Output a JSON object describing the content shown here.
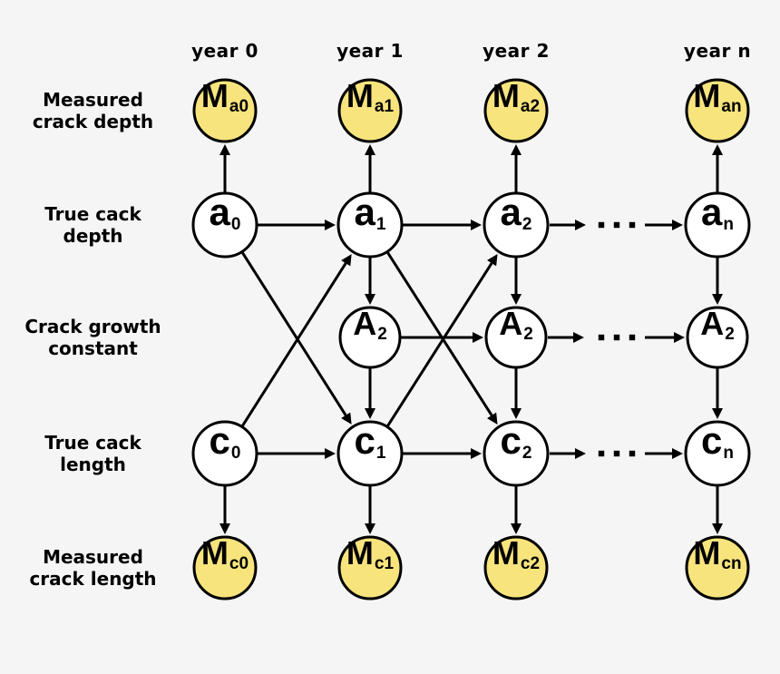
{
  "diagram": {
    "column_headers": [
      "year 0",
      "year 1",
      "year 2",
      "year n"
    ],
    "row_labels": [
      [
        "Measured",
        "crack depth"
      ],
      [
        "True cack",
        "depth"
      ],
      [
        "Crack growth",
        "constant"
      ],
      [
        "True cack",
        "length"
      ],
      [
        "Measured",
        "crack length"
      ]
    ],
    "nodes": [
      {
        "id": "Ma0",
        "main": "M",
        "sub": "a0",
        "col": 0,
        "row": 0,
        "kind": "measured"
      },
      {
        "id": "Ma1",
        "main": "M",
        "sub": "a1",
        "col": 1,
        "row": 0,
        "kind": "measured"
      },
      {
        "id": "Ma2",
        "main": "M",
        "sub": "a2",
        "col": 2,
        "row": 0,
        "kind": "measured"
      },
      {
        "id": "Man",
        "main": "M",
        "sub": "an",
        "col": 3,
        "row": 0,
        "kind": "measured"
      },
      {
        "id": "a0",
        "main": "a",
        "sub": "0",
        "col": 0,
        "row": 1,
        "kind": "latent"
      },
      {
        "id": "a1",
        "main": "a",
        "sub": "1",
        "col": 1,
        "row": 1,
        "kind": "latent"
      },
      {
        "id": "a2",
        "main": "a",
        "sub": "2",
        "col": 2,
        "row": 1,
        "kind": "latent"
      },
      {
        "id": "an",
        "main": "a",
        "sub": "n",
        "col": 3,
        "row": 1,
        "kind": "latent"
      },
      {
        "id": "A_1",
        "main": "A",
        "sub": "2",
        "col": 1,
        "row": 2,
        "kind": "latent"
      },
      {
        "id": "A_2",
        "main": "A",
        "sub": "2",
        "col": 2,
        "row": 2,
        "kind": "latent"
      },
      {
        "id": "A_n",
        "main": "A",
        "sub": "2",
        "col": 3,
        "row": 2,
        "kind": "latent"
      },
      {
        "id": "c0",
        "main": "c",
        "sub": "0",
        "col": 0,
        "row": 3,
        "kind": "latent"
      },
      {
        "id": "c1",
        "main": "c",
        "sub": "1",
        "col": 1,
        "row": 3,
        "kind": "latent"
      },
      {
        "id": "c2",
        "main": "c",
        "sub": "2",
        "col": 2,
        "row": 3,
        "kind": "latent"
      },
      {
        "id": "cn",
        "main": "c",
        "sub": "n",
        "col": 3,
        "row": 3,
        "kind": "latent"
      },
      {
        "id": "Mc0",
        "main": "M",
        "sub": "c0",
        "col": 0,
        "row": 4,
        "kind": "measured"
      },
      {
        "id": "Mc1",
        "main": "M",
        "sub": "c1",
        "col": 1,
        "row": 4,
        "kind": "measured"
      },
      {
        "id": "Mc2",
        "main": "M",
        "sub": "c2",
        "col": 2,
        "row": 4,
        "kind": "measured"
      },
      {
        "id": "Mcn",
        "main": "M",
        "sub": "cn",
        "col": 3,
        "row": 4,
        "kind": "measured"
      }
    ],
    "edges": [
      {
        "from": "a0",
        "to": "Ma0"
      },
      {
        "from": "a1",
        "to": "Ma1"
      },
      {
        "from": "a2",
        "to": "Ma2"
      },
      {
        "from": "an",
        "to": "Man"
      },
      {
        "from": "a0",
        "to": "a1"
      },
      {
        "from": "a1",
        "to": "a2"
      },
      {
        "from": "a2",
        "to": "an",
        "style": "dots"
      },
      {
        "from": "a1",
        "to": "A_1"
      },
      {
        "from": "a2",
        "to": "A_2"
      },
      {
        "from": "an",
        "to": "A_n"
      },
      {
        "from": "A_1",
        "to": "A_2"
      },
      {
        "from": "A_2",
        "to": "A_n",
        "style": "dots"
      },
      {
        "from": "A_1",
        "to": "c1"
      },
      {
        "from": "A_2",
        "to": "c2"
      },
      {
        "from": "A_n",
        "to": "cn"
      },
      {
        "from": "c0",
        "to": "c1"
      },
      {
        "from": "c1",
        "to": "c2"
      },
      {
        "from": "c2",
        "to": "cn",
        "style": "dots"
      },
      {
        "from": "c0",
        "to": "Mc0"
      },
      {
        "from": "c1",
        "to": "Mc1"
      },
      {
        "from": "c2",
        "to": "Mc2"
      },
      {
        "from": "cn",
        "to": "Mcn"
      },
      {
        "from": "a0",
        "to": "c1"
      },
      {
        "from": "c0",
        "to": "a1"
      },
      {
        "from": "a1",
        "to": "c2"
      },
      {
        "from": "c1",
        "to": "a2"
      }
    ],
    "colors": {
      "background": "#f5f5f5",
      "measured_fill": "#f8e47d",
      "latent_fill": "#ffffff",
      "stroke": "#000000",
      "text": "#000000"
    }
  }
}
